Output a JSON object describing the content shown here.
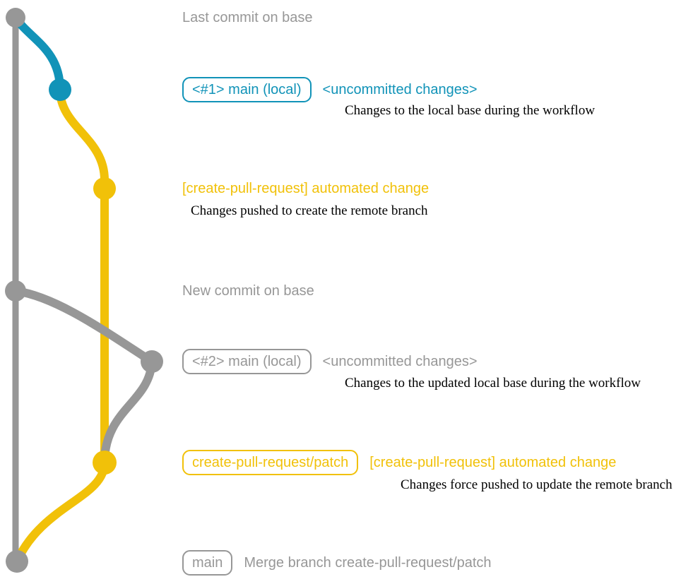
{
  "graph": {
    "base_branch_color": "#979797",
    "local_main_color": "#1193B8",
    "pull_request_branch_color": "#F1C109",
    "note_text_color": "#000000"
  },
  "rows": {
    "last_commit": {
      "label": "Last commit on base"
    },
    "workflow_1": {
      "tag": "<#1> main (local)",
      "status": "<uncommitted changes>",
      "note": "Changes to the local base during the workflow"
    },
    "push_1": {
      "message": "[create-pull-request] automated change",
      "note": "Changes pushed to create the remote branch"
    },
    "new_commit": {
      "label": "New commit on base"
    },
    "workflow_2": {
      "tag": "<#2> main (local)",
      "status": "<uncommitted changes>",
      "note": "Changes to the updated local base during the workflow"
    },
    "push_2": {
      "tag": "create-pull-request/patch",
      "message": "[create-pull-request] automated change",
      "note": "Changes force pushed to update the remote branch"
    },
    "merge": {
      "tag": "main",
      "message": "Merge branch create-pull-request/patch"
    }
  }
}
